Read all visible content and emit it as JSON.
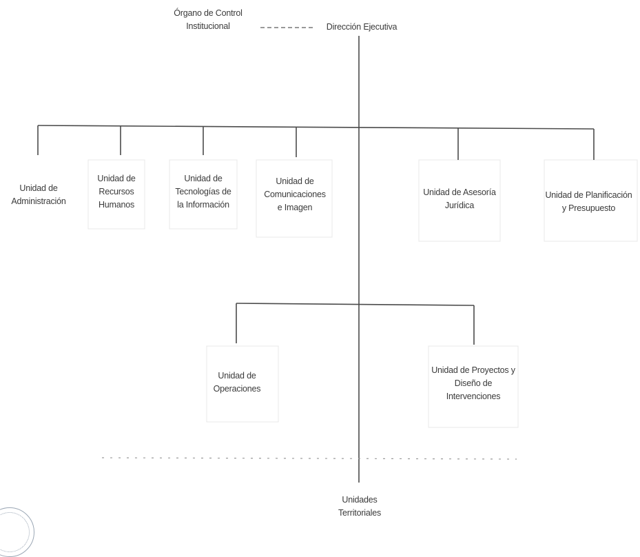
{
  "nodes": {
    "organo_control": "Órgano de Control\nInstitucional",
    "direccion_ejecutiva": "Dirección Ejecutiva",
    "unidad_administracion": "Unidad de\nAdministración",
    "unidad_recursos_humanos": "Unidad de\nRecursos\nHumanos",
    "unidad_tecnologias": "Unidad de\nTecnologías de\nla Información",
    "unidad_comunicaciones": "Unidad de\nComunicaciones\ne Imagen",
    "unidad_asesoria_juridica": "Unidad de Asesoría\nJurídica",
    "unidad_planificacion": "Unidad de Planificación\ny Presupuesto",
    "unidad_operaciones": "Unidad de\nOperaciones",
    "unidad_proyectos": "Unidad de Proyectos y\nDiseño de\nIntervenciones",
    "unidades_territoriales": "Unidades\nTerritoriales"
  },
  "colors": {
    "line": "#4a4a4a",
    "text": "#3a3a3a",
    "seal": "#9aa6b4"
  }
}
